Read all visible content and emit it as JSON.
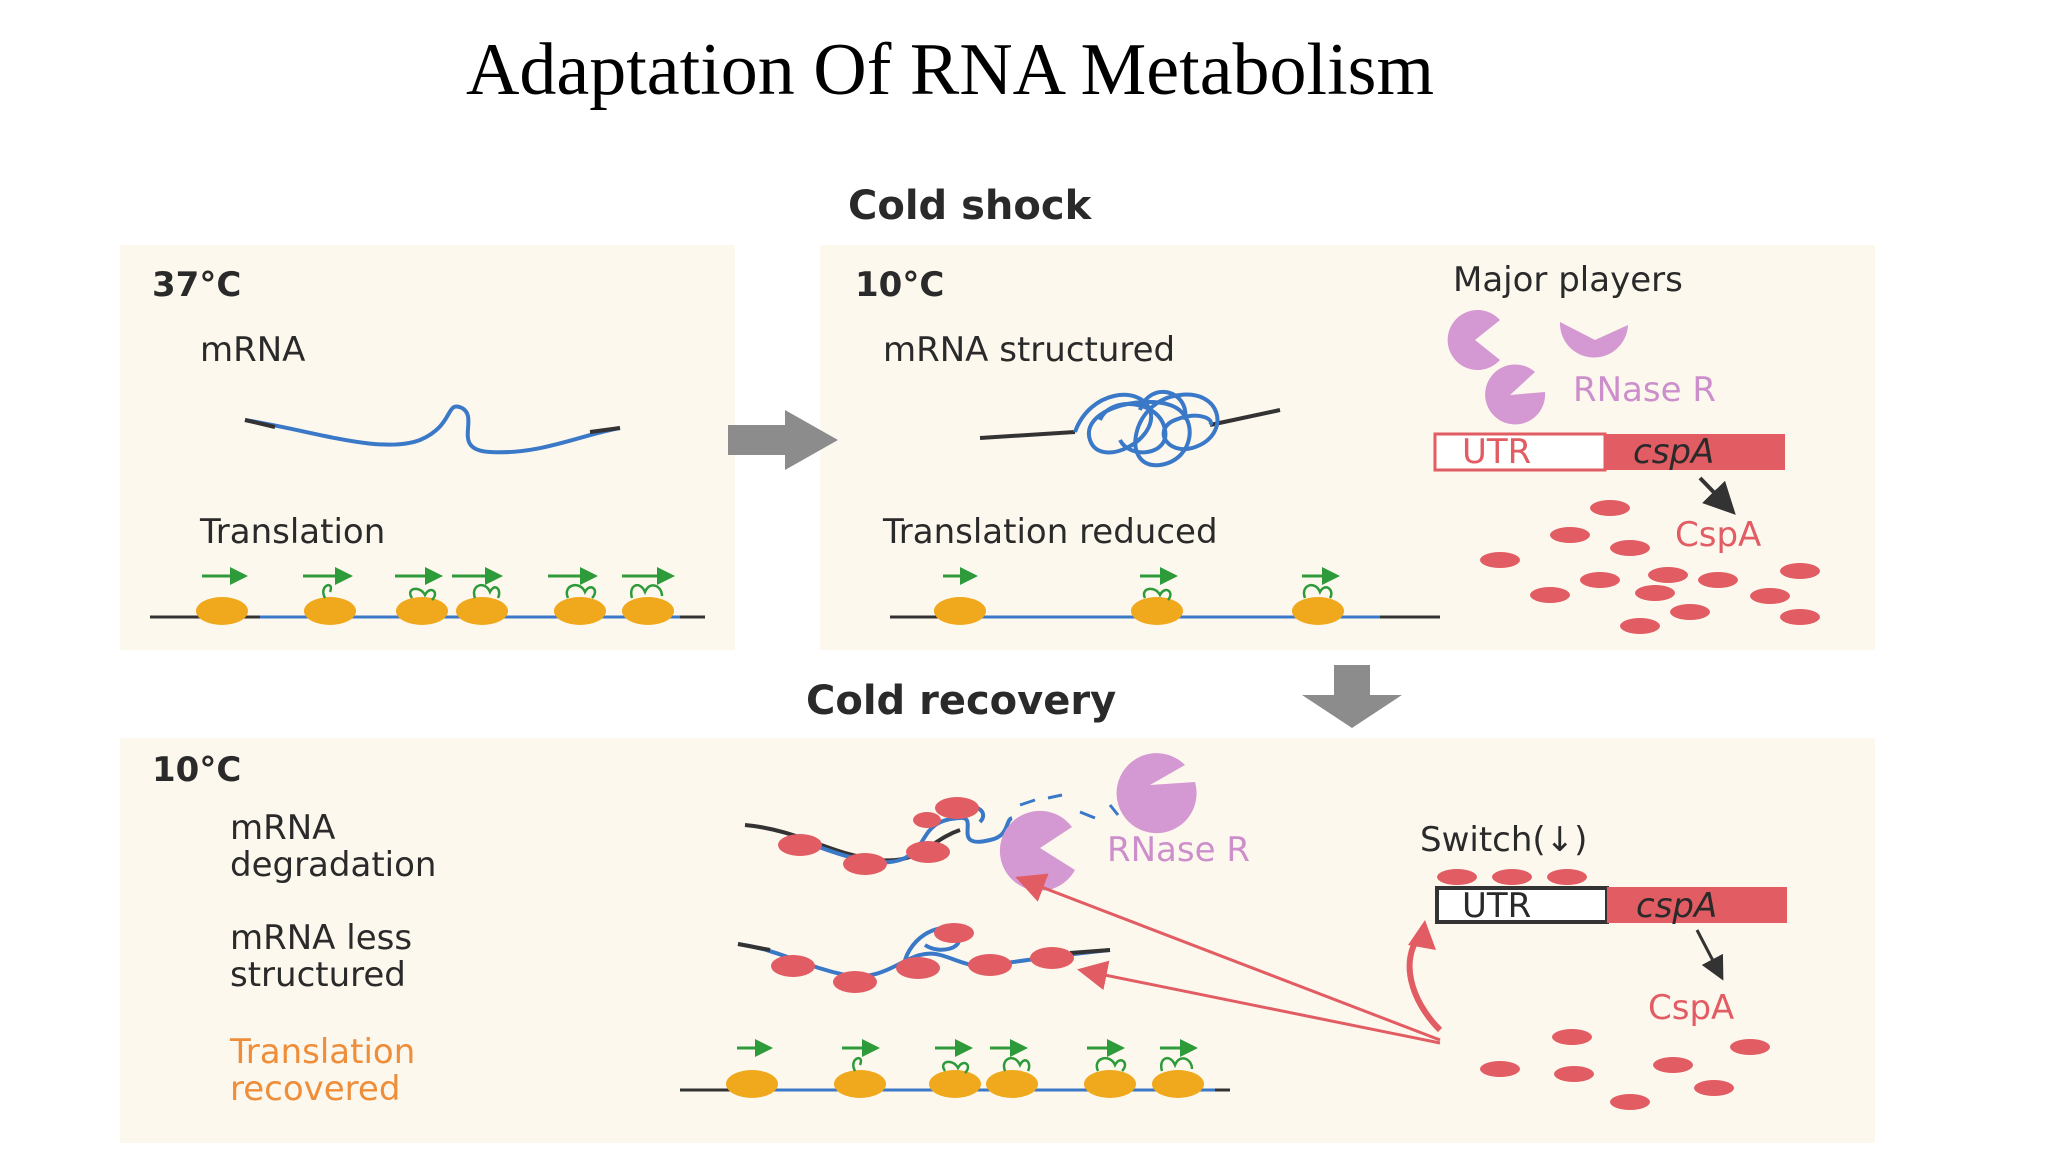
{
  "title": "Adaptation Of RNA Metabolism",
  "sections": {
    "cold_shock": "Cold shock",
    "cold_recovery": "Cold recovery"
  },
  "panel_37": {
    "temperature": "37°C",
    "mrna": "mRNA",
    "translation": "Translation"
  },
  "panel_10": {
    "temperature": "10°C",
    "mrna": "mRNA structured",
    "translation": "Translation reduced",
    "major_players": "Major players",
    "rnase": "RNase R",
    "utr": "UTR",
    "gene": "cspA",
    "protein": "CspA"
  },
  "panel_recovery": {
    "temperature": "10°C",
    "degradation_line1": "mRNA",
    "degradation_line2": "degradation",
    "less_line1": "mRNA less",
    "less_line2": "structured",
    "recovered_line1": "Translation",
    "recovered_line2": "recovered",
    "rnase": "RNase R",
    "switch": "Switch(↓)",
    "utr": "UTR",
    "gene": "cspA",
    "protein": "CspA"
  },
  "colors": {
    "panel_bg": "#fdf8ee",
    "mrna_blue": "#3a78c8",
    "ribosome_orange": "#f0a81c",
    "rnase_pink": "#d498d2",
    "cspa_red": "#e25c63",
    "arrow_gray": "#8c8c8c",
    "arrow_green": "#2d9b3a"
  }
}
